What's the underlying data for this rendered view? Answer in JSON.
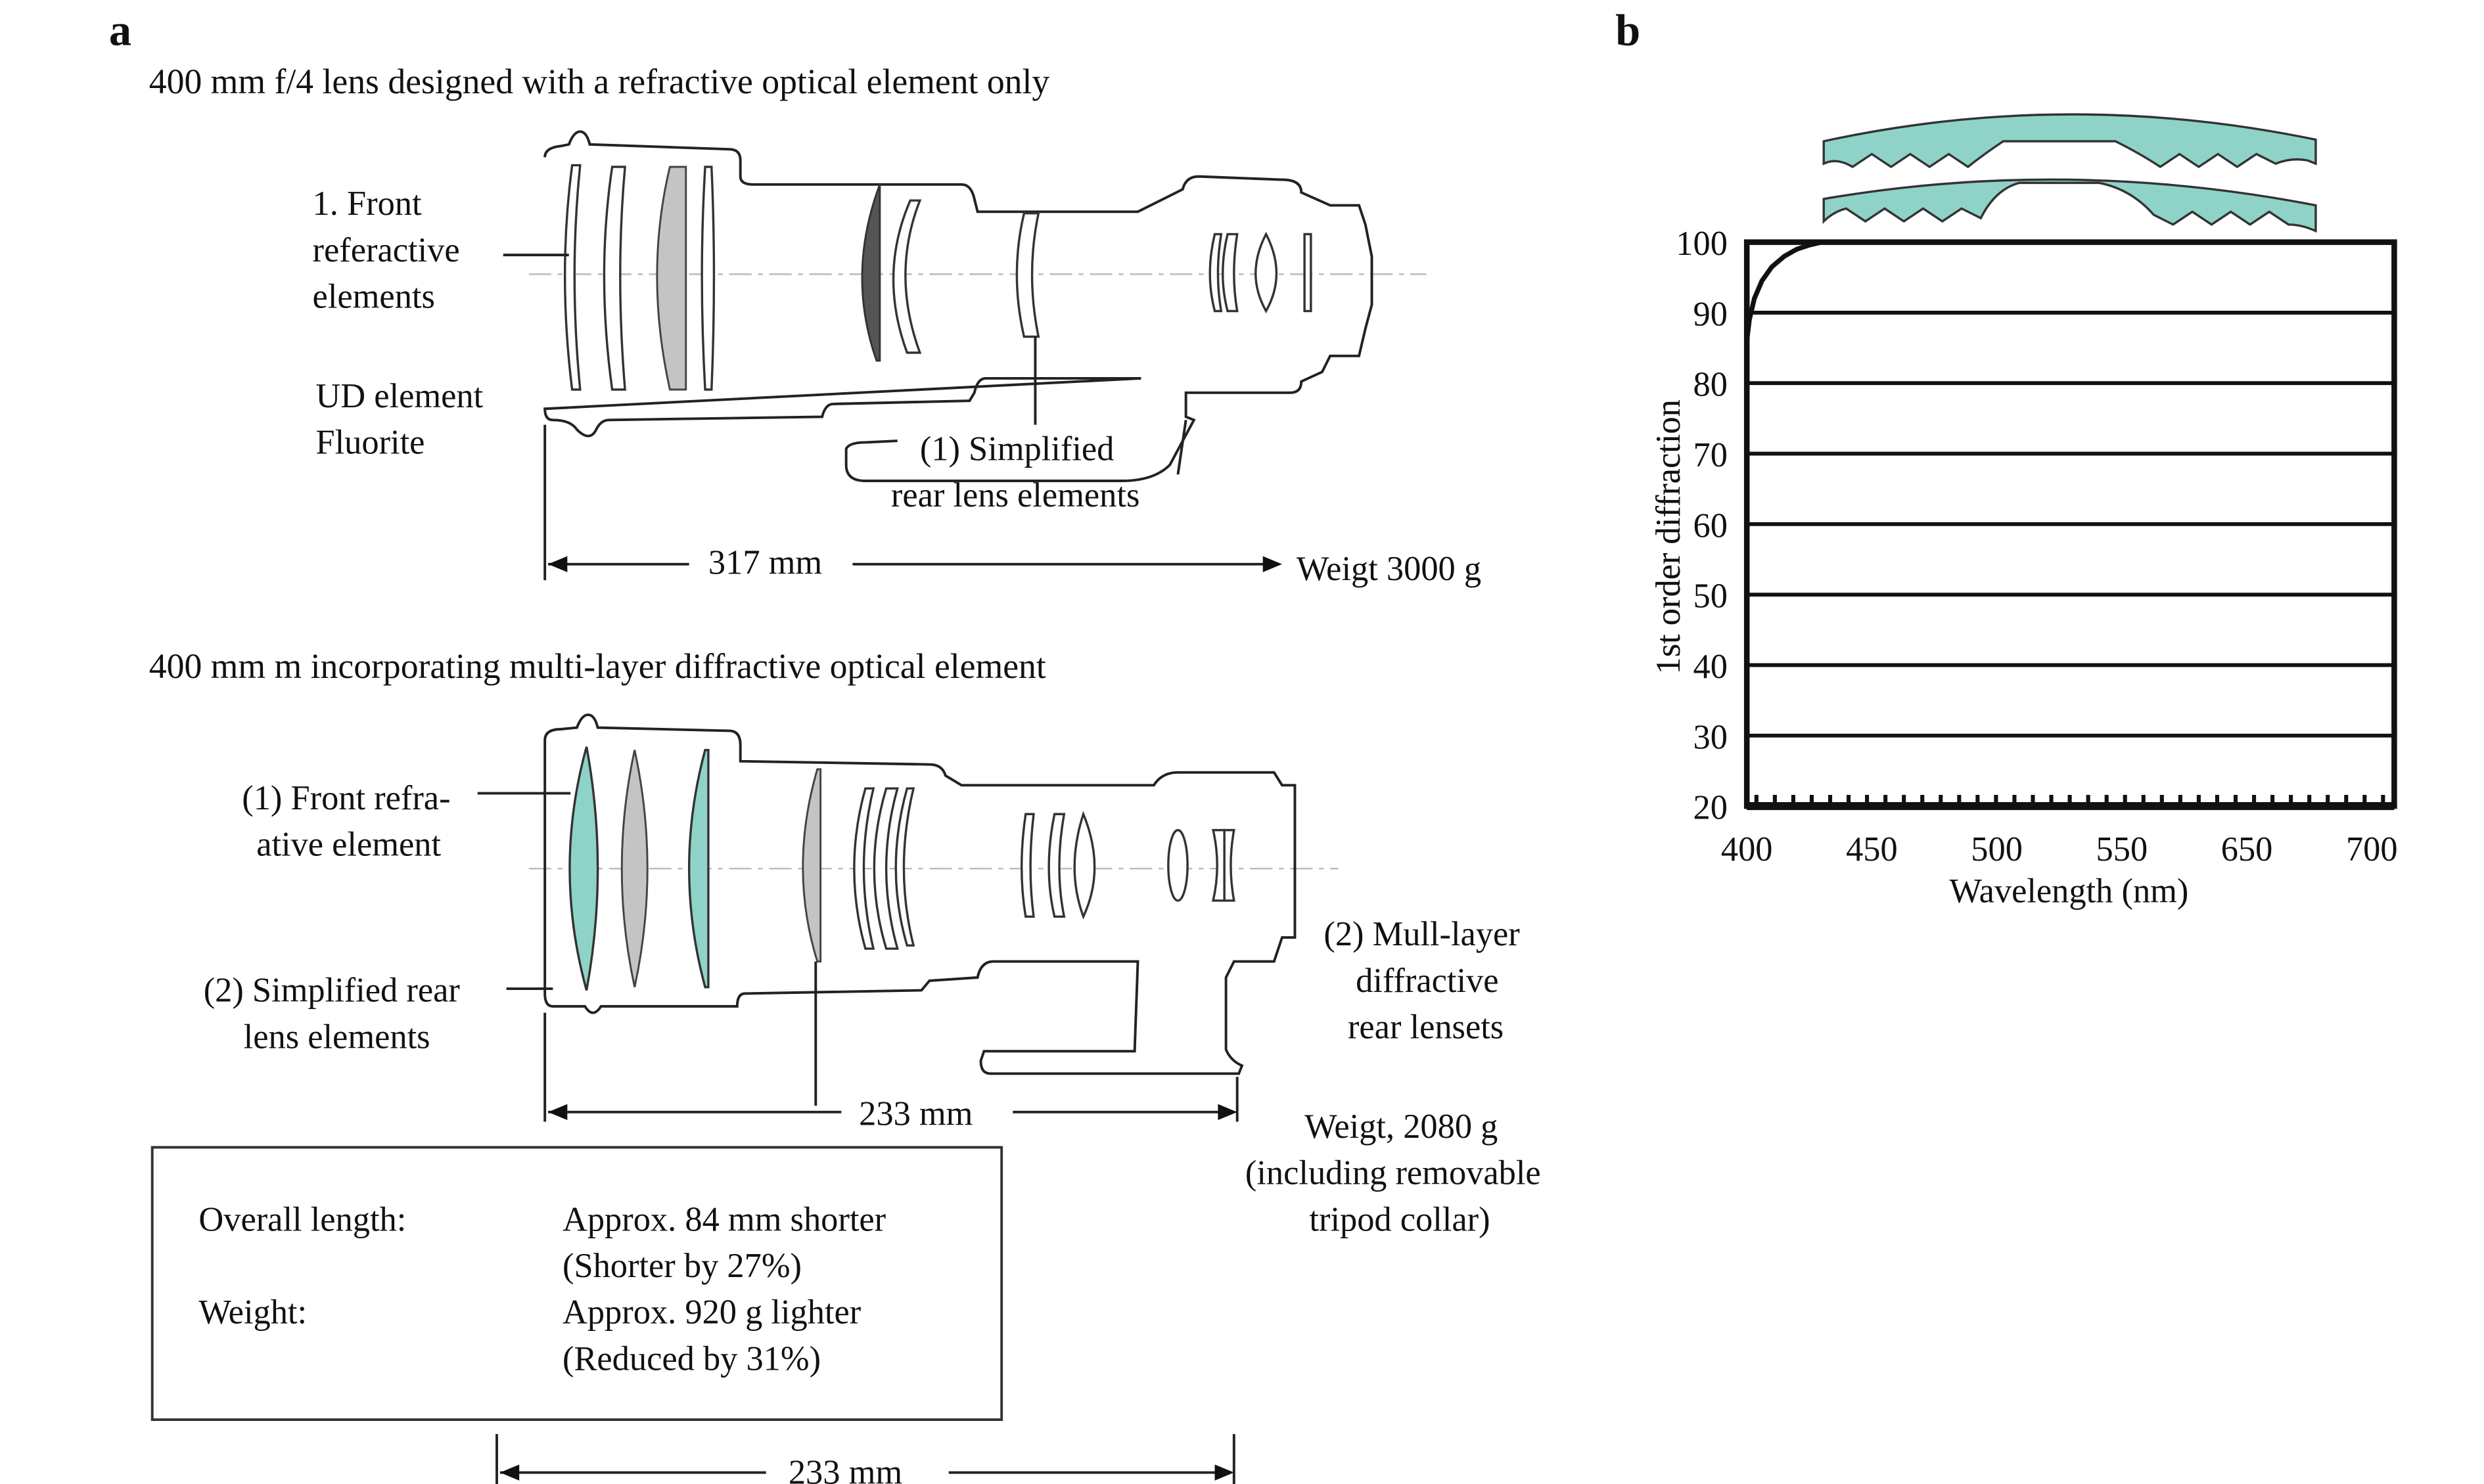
{
  "panel_a": {
    "label": "a",
    "top": {
      "title": "400 mm f/4 lens designed with a refractive optical element only",
      "front_label": [
        "1. Front",
        "referactive",
        "elements"
      ],
      "ud_label": [
        "UD element",
        "Fluorite"
      ],
      "rear_label": [
        "(1) Simplified",
        "rear lens elements"
      ],
      "length": "317 mm",
      "weight": "Weigt 3000 g"
    },
    "bottom": {
      "title": "400 mm m incorporating multi-layer diffractive optical element",
      "front_label": [
        "(1) Front refra-",
        "ative element"
      ],
      "rear_label": [
        "(2) Simplified rear",
        "lens elements"
      ],
      "mlayer_label": [
        "(2) Mull-layer",
        "diffractive",
        "rear lensets"
      ],
      "length": "233 mm",
      "weight": [
        "Weigt, 2080 g",
        "(including removable",
        "tripod collar)"
      ]
    },
    "summary": {
      "rows": [
        {
          "key": "Overall length:",
          "values": [
            "Approx. 84 mm shorter",
            "(Shorter by 27%)"
          ]
        },
        {
          "key": "Weight:",
          "values": [
            "Approx. 920 g lighter",
            "(Reduced by 31%)"
          ]
        }
      ]
    },
    "bottom_dimension": "233 mm",
    "colors": {
      "diffractive_element": "#8fd3c8",
      "gray_element": "#c4c4c4",
      "fluorite": "#555555"
    }
  },
  "chart_data": {
    "panel_label": "b",
    "type": "line",
    "xlabel": "Wavelength (nm)",
    "ylabel": "1st order diffraction",
    "ylabel_main": "1",
    "ylabel_sup": "st",
    "ylabel_rest": " order diffraction",
    "x_ticks": [
      "400",
      "450",
      "500",
      "550",
      "650",
      "700"
    ],
    "x_tick_values": [
      400,
      450,
      500,
      550,
      650,
      700
    ],
    "y_ticks": [
      "100",
      "90",
      "80",
      "70",
      "60",
      "50",
      "40",
      "30",
      "20"
    ],
    "ylim": [
      20,
      100
    ],
    "grid": "horizontal",
    "series": [
      {
        "x": [
          400,
          401,
          403,
          406,
          410,
          415,
          420,
          425,
          430,
          435,
          700
        ],
        "y": [
          86,
          89,
          92,
          94.5,
          96.5,
          98,
          99,
          99.6,
          100,
          100,
          100
        ]
      }
    ],
    "line_color": "#111111",
    "inset_color": "#8fd3c8"
  }
}
